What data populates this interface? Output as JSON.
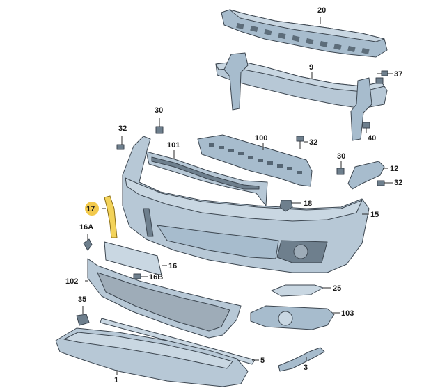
{
  "labels": {
    "l20": "20",
    "l9": "9",
    "l37": "37",
    "l30a": "30",
    "l32a": "32",
    "l101": "101",
    "l100": "100",
    "l32b": "32",
    "l40": "40",
    "l30b": "30",
    "l12": "12",
    "l32c": "32",
    "l17": "17",
    "l18": "18",
    "l15": "15",
    "l16A": "16A",
    "l16": "16",
    "l16B": "16B",
    "l102": "102",
    "l25": "25",
    "l35": "35",
    "l103": "103",
    "l5": "5",
    "l3": "3",
    "l1": "1"
  },
  "colors": {
    "part_fill": "#b7c8d6",
    "part_stroke": "#3c4650",
    "highlight": "#f2c94c"
  }
}
